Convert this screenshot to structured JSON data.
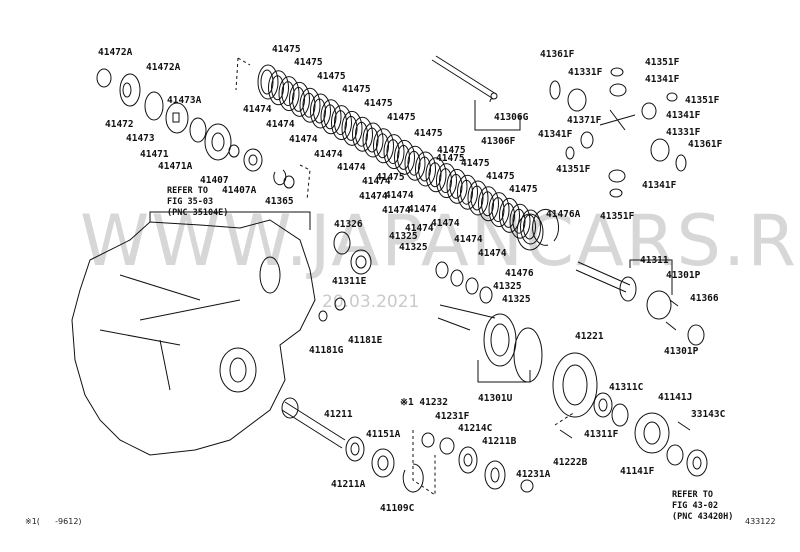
{
  "diagram": {
    "figure_number": "433122",
    "footnote": "※1(      -9612)",
    "watermark": "WWW.JAPANCARS.RU",
    "watermark_date": "20.03.2021",
    "line_color": "#111111",
    "watermark_color": "#9a9a9a",
    "notes": [
      {
        "text": "REFER TO\nFIG 35-03\n(PNC 35104E)"
      },
      {
        "text": "REFER TO\nFIG 43-02\n(PNC 43420H)"
      }
    ],
    "labels": [
      "41472A",
      "41472A",
      "41472",
      "41473A",
      "41473",
      "41471",
      "41471A",
      "41407",
      "41407A",
      "41365",
      "41475",
      "41475",
      "41475",
      "41475",
      "41475",
      "41475",
      "41475",
      "41475",
      "41475",
      "41475",
      "41475",
      "41475",
      "41475",
      "41474",
      "41474",
      "41474",
      "41474",
      "41474",
      "41474",
      "41474",
      "41474",
      "41474",
      "41474",
      "41474",
      "41474",
      "41474",
      "41474",
      "41476A",
      "41476",
      "41306G",
      "41306F",
      "41361F",
      "41331F",
      "41371F",
      "41351F",
      "41341F",
      "41351F",
      "41341F",
      "41331F",
      "41361F",
      "41341F",
      "41351F",
      "41341F",
      "41351F",
      "41326",
      "41311E",
      "41181E",
      "41181G",
      "41325",
      "41325",
      "41325",
      "41325",
      "41311",
      "41301P",
      "41301P",
      "41366",
      "41221",
      "41301U",
      "41232",
      "41231F",
      "41214C",
      "41211B",
      "41231A",
      "41211",
      "41151A",
      "41211A",
      "41109C",
      "41311C",
      "41311F",
      "41222B",
      "41141F",
      "41141J",
      "33143C"
    ]
  }
}
